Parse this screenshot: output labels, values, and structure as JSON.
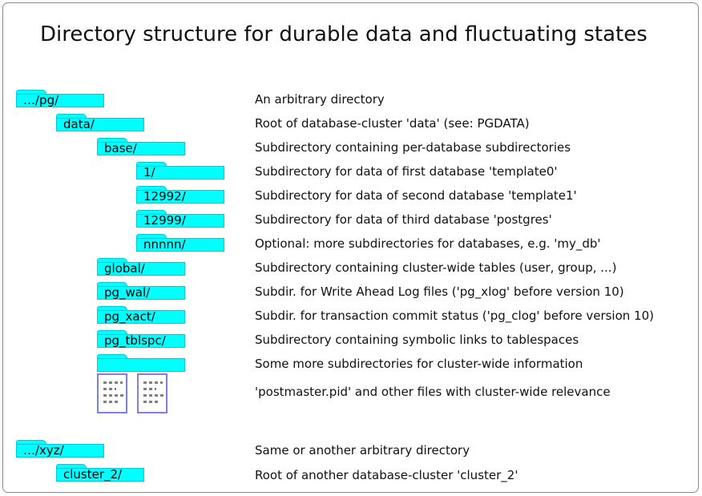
{
  "page": {
    "title": "Directory structure for durable data and fluctuating states",
    "background_color": "#ffffff",
    "frame_color": "#8a8a8a",
    "folder_color": "#00ffff",
    "folder_border_color": "#00c8d8",
    "file_border_color": "#7d7df2",
    "text_color": "#111111"
  },
  "rows": [
    {
      "kind": "folder",
      "label": "…/pg/",
      "description": "An arbitrary directory",
      "indent": 0
    },
    {
      "kind": "folder",
      "label": "data/",
      "description": "Root of database-cluster 'data' (see: PGDATA)",
      "indent": 1
    },
    {
      "kind": "folder",
      "label": "base/",
      "description": "Subdirectory containing per-database subdirectories",
      "indent": 2
    },
    {
      "kind": "folder",
      "label": "1/",
      "description": "Subdirectory for data of first database 'template0'",
      "indent": 3
    },
    {
      "kind": "folder",
      "label": "12992/",
      "description": "Subdirectory for data of second database 'template1'",
      "indent": 3
    },
    {
      "kind": "folder",
      "label": "12999/",
      "description": "Subdirectory for data of third database 'postgres'",
      "indent": 3
    },
    {
      "kind": "folder",
      "label": "nnnnn/",
      "description": "Optional: more subdirectories for databases, e.g. 'my_db'",
      "indent": 3
    },
    {
      "kind": "folder",
      "label": "global/",
      "description": "Subdirectory containing cluster-wide tables (user, group, ...)",
      "indent": 2
    },
    {
      "kind": "folder",
      "label": "pg_wal/",
      "description": "Subdir. for Write Ahead Log files ('pg_xlog' before version 10)",
      "indent": 2
    },
    {
      "kind": "folder",
      "label": "pg_xact/",
      "description": "Subdir. for transaction commit status ('pg_clog' before version 10)",
      "indent": 2
    },
    {
      "kind": "folder",
      "label": "pg_tblspc/",
      "description": "Subdirectory containing symbolic links to tablespaces",
      "indent": 2
    },
    {
      "kind": "folder",
      "label": "",
      "description": "Some more subdirectories for cluster-wide information",
      "indent": 2
    },
    {
      "kind": "files",
      "label": "",
      "description": "'postmaster.pid' and other files with cluster-wide relevance",
      "indent": 2
    },
    {
      "kind": "folder",
      "label": "…/xyz/",
      "description": "Same or another arbitrary directory",
      "indent": 0
    },
    {
      "kind": "folder",
      "label": "cluster_2/",
      "description": "Root of another database-cluster 'cluster_2'",
      "indent": 1
    }
  ]
}
